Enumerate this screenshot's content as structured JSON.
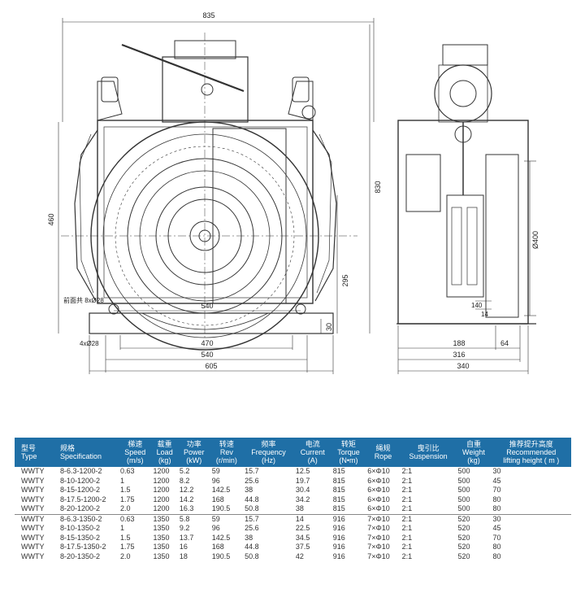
{
  "dimensions": {
    "overall_width": "835",
    "overall_height": "830",
    "shaft_height": "460",
    "base_width_1": "605",
    "base_width_2": "540",
    "base_width_3": "470",
    "bolt_span": "540",
    "side_height": "295",
    "base_thickness": "30",
    "base_holes": "4xØ28",
    "front_holes": "前面共 8xØ28",
    "sheave_dia": "Ø400",
    "side_140": "140",
    "side_14": "14",
    "side_188": "188",
    "side_64": "64",
    "side_316": "316",
    "side_340": "340"
  },
  "table": {
    "headers": [
      {
        "zh": "型号",
        "en": "Type"
      },
      {
        "zh": "规格",
        "en": "Specification"
      },
      {
        "zh": "梯速",
        "en": "Speed",
        "unit": "(m/s)"
      },
      {
        "zh": "载重",
        "en": "Load",
        "unit": "(kg)"
      },
      {
        "zh": "功率",
        "en": "Power",
        "unit": "(kW)"
      },
      {
        "zh": "转速",
        "en": "Rev",
        "unit": "(r/min)"
      },
      {
        "zh": "频率",
        "en": "Frequency",
        "unit": "(Hz)"
      },
      {
        "zh": "电流",
        "en": "Current",
        "unit": "(A)"
      },
      {
        "zh": "转矩",
        "en": "Torque",
        "unit": "(N•m)"
      },
      {
        "zh": "绳规",
        "en": "Rope"
      },
      {
        "zh": "曳引比",
        "en": "Suspension"
      },
      {
        "zh": "自重",
        "en": "Weight",
        "unit": "(kg)"
      },
      {
        "zh": "推荐提升高度",
        "en": "Recommended",
        "unit": "lifting height ( m )"
      }
    ],
    "rows": [
      [
        "WWTY",
        "8-6.3-1200-2",
        "0.63",
        "1200",
        "5.2",
        "59",
        "15.7",
        "12.5",
        "815",
        "6×Φ10",
        "2:1",
        "500",
        "30"
      ],
      [
        "WWTY",
        "8-10-1200-2",
        "1",
        "1200",
        "8.2",
        "96",
        "25.6",
        "19.7",
        "815",
        "6×Φ10",
        "2:1",
        "500",
        "45"
      ],
      [
        "WWTY",
        "8-15-1200-2",
        "1.5",
        "1200",
        "12.2",
        "142.5",
        "38",
        "30.4",
        "815",
        "6×Φ10",
        "2:1",
        "500",
        "70"
      ],
      [
        "WWTY",
        "8-17.5-1200-2",
        "1.75",
        "1200",
        "14.2",
        "168",
        "44.8",
        "34.2",
        "815",
        "6×Φ10",
        "2:1",
        "500",
        "80"
      ],
      [
        "WWTY",
        "8-20-1200-2",
        "2.0",
        "1200",
        "16.3",
        "190.5",
        "50.8",
        "38",
        "815",
        "6×Φ10",
        "2:1",
        "500",
        "80"
      ],
      [
        "WWTY",
        "8-6.3-1350-2",
        "0.63",
        "1350",
        "5.8",
        "59",
        "15.7",
        "14",
        "916",
        "7×Φ10",
        "2:1",
        "520",
        "30"
      ],
      [
        "WWTY",
        "8-10-1350-2",
        "1",
        "1350",
        "9.2",
        "96",
        "25.6",
        "22.5",
        "916",
        "7×Φ10",
        "2:1",
        "520",
        "45"
      ],
      [
        "WWTY",
        "8-15-1350-2",
        "1.5",
        "1350",
        "13.7",
        "142.5",
        "38",
        "34.5",
        "916",
        "7×Φ10",
        "2:1",
        "520",
        "70"
      ],
      [
        "WWTY",
        "8-17.5-1350-2",
        "1.75",
        "1350",
        "16",
        "168",
        "44.8",
        "37.5",
        "916",
        "7×Φ10",
        "2:1",
        "520",
        "80"
      ],
      [
        "WWTY",
        "8-20-1350-2",
        "2.0",
        "1350",
        "18",
        "190.5",
        "50.8",
        "42",
        "916",
        "7×Φ10",
        "2:1",
        "520",
        "80"
      ]
    ]
  }
}
